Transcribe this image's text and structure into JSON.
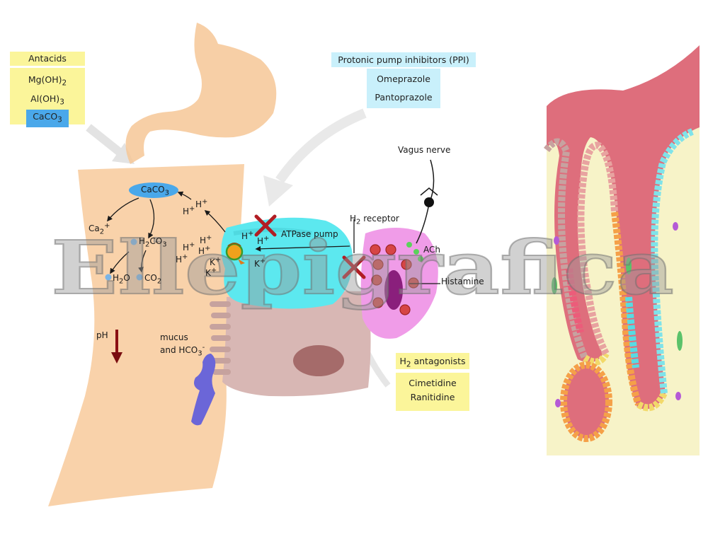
{
  "antacids": {
    "title": "Antacids",
    "items": [
      "Mg(OH)",
      "Al(OH)",
      "CaCO"
    ],
    "subs": [
      "2",
      "3",
      "3"
    ]
  },
  "ppi": {
    "title": "Protonic pump inhibitors (PPI)",
    "items": [
      "Omeprazole",
      "Pantoprazole"
    ]
  },
  "h2_antagonists": {
    "title_main": "H",
    "title_sub": "2",
    "title_rest": " antagonists",
    "items": [
      "Cimetidine",
      "Ranitidine"
    ]
  },
  "labels": {
    "caco3": "CaCO",
    "caco3_sub": "3",
    "ca": "Ca",
    "ca_sub": "2",
    "ca_sup": "+",
    "h2co3_a": "H",
    "h2co3_sub1": "2",
    "h2co3_b": "CO",
    "h2co3_sub2": "3",
    "h2o_a": "H",
    "h2o_sub": "2",
    "h2o_b": "O",
    "co2_a": "CO",
    "co2_sub": "2",
    "h": "H",
    "plus": "+",
    "k": "K",
    "atpase": "ATPase pump",
    "h2_receptor_a": "H",
    "h2_receptor_sub": "2",
    "h2_receptor_b": " receptor",
    "vagus": "Vagus nerve",
    "ach": "ACh",
    "histamine": "Histamine",
    "ph": "pH",
    "mucus1": "mucus",
    "mucus2": "and HCO",
    "mucus_sub": "3",
    "mucus_sup": "-"
  },
  "watermark": "Ellepigrafica",
  "colors": {
    "skin": "#f9d2aa",
    "stomach": "#f6c797",
    "pump": "#5ce8ef",
    "parietal": "#d8b7b4",
    "ecl": "#f09ce8",
    "mucosa": "#de6e7c",
    "lamina": "#f7f3c8",
    "cross": "#b11d24",
    "arrow": "#7a0d10",
    "mucus": "#6b66d8"
  }
}
